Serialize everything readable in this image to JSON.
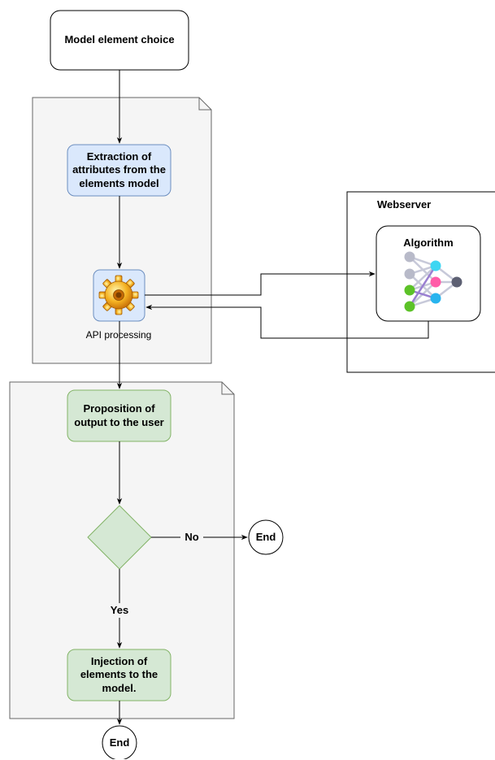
{
  "nodes": {
    "start": "Model element choice",
    "extraction": "Extraction of attributes from the elements model",
    "api": "API processing",
    "webserver": "Webserver",
    "algorithm": "Algorithm",
    "proposition": "Proposition of output to the user",
    "injection": "Injection of elements to the model.",
    "end_right": "End",
    "end_bottom": "End"
  },
  "edges": {
    "no_label": "No",
    "yes_label": "Yes"
  },
  "colors": {
    "blue_fill": "#dae8fc",
    "blue_stroke": "#6c8ebf",
    "green_fill": "#d5e8d4",
    "green_stroke": "#82b366",
    "panel_fill": "#f5f5f5",
    "panel_stroke": "#666666"
  },
  "icons": {
    "api": "gear-icon",
    "algorithm": "neural-network-icon"
  }
}
